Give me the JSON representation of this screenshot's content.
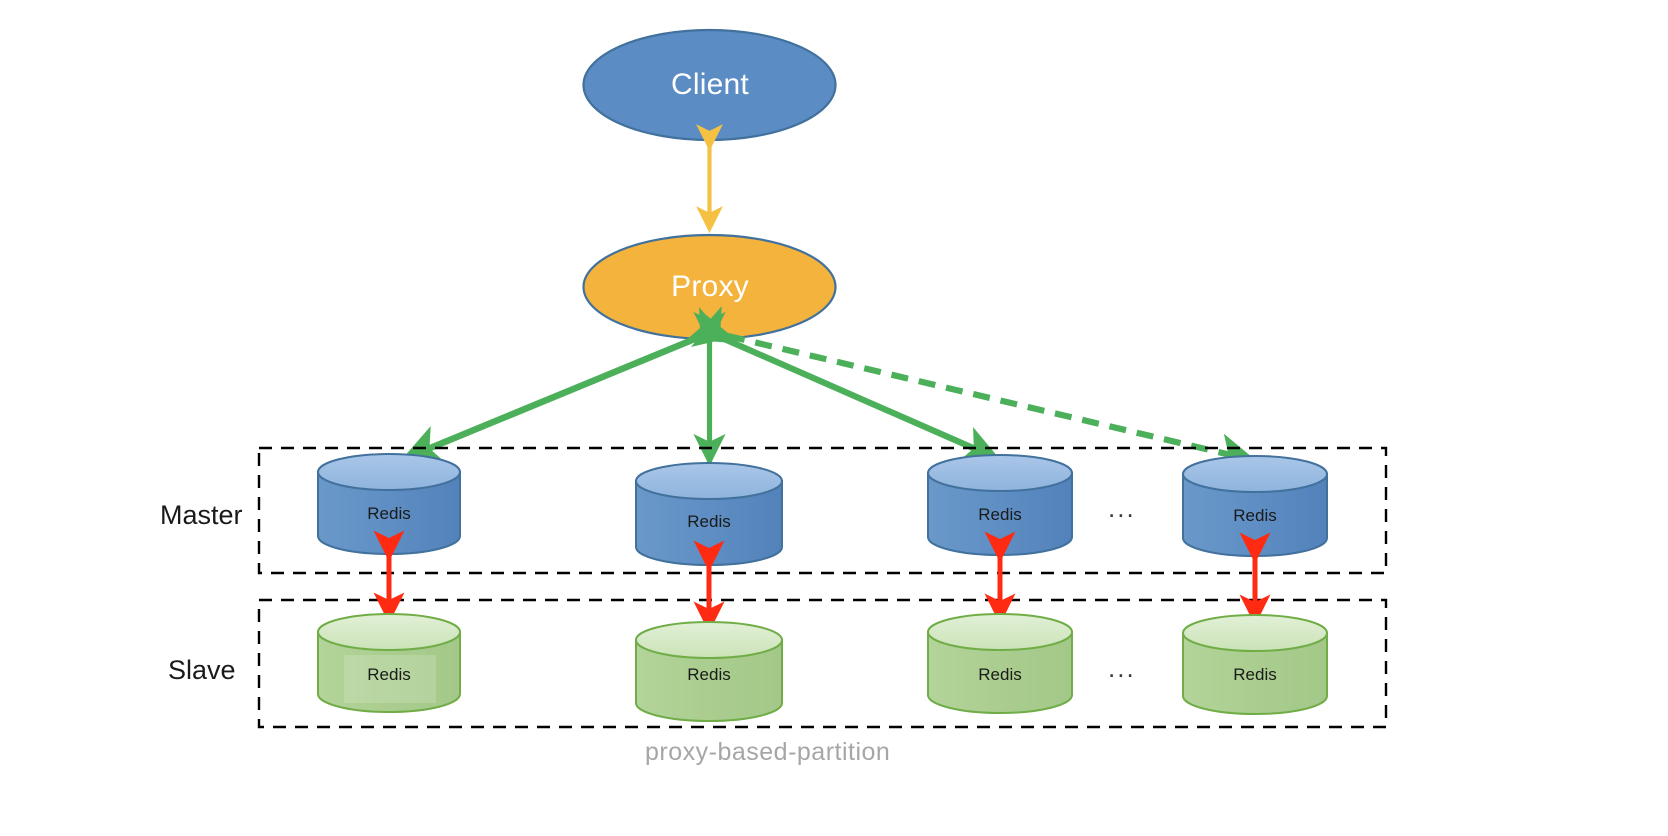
{
  "diagram": {
    "caption": "proxy-based-partition",
    "colors": {
      "client_fill": "#5B8CC4",
      "client_stroke": "#41719C",
      "proxy_fill": "#F3B33D",
      "proxy_stroke": "#41719C",
      "master_fill": "#5B8CC4",
      "master_top_fill": "#9CBCE3",
      "master_stroke": "#41719C",
      "slave_fill": "#A9CE8F",
      "slave_top_fill": "#D6E9C6",
      "slave_stroke": "#70AD47",
      "client_proxy_arrow": "#F5C142",
      "proxy_master_arrow": "#4CAF59",
      "master_slave_arrow": "#FF2A12",
      "group_border": "#000000",
      "caption_text": "#A6A6A6"
    },
    "nodes": {
      "client": {
        "label": "Client"
      },
      "proxy": {
        "label": "Proxy"
      }
    },
    "rows": [
      {
        "name": "master",
        "label": "Master",
        "ellipsis": "...",
        "nodes": [
          {
            "label": "Redis"
          },
          {
            "label": "Redis"
          },
          {
            "label": "Redis"
          },
          {
            "label": "Redis"
          }
        ]
      },
      {
        "name": "slave",
        "label": "Slave",
        "ellipsis": "...",
        "nodes": [
          {
            "label": "Redis"
          },
          {
            "label": "Redis"
          },
          {
            "label": "Redis"
          },
          {
            "label": "Redis"
          }
        ]
      }
    ],
    "connections": {
      "client_to_proxy": {
        "style": "solid",
        "heads": "both"
      },
      "proxy_to_masters": [
        {
          "style": "solid",
          "heads": "both"
        },
        {
          "style": "solid",
          "heads": "both"
        },
        {
          "style": "solid",
          "heads": "both"
        },
        {
          "style": "dashed",
          "heads": "both"
        }
      ],
      "master_to_slaves": [
        {
          "style": "solid",
          "heads": "both"
        },
        {
          "style": "solid",
          "heads": "both"
        },
        {
          "style": "solid",
          "heads": "both"
        },
        {
          "style": "solid",
          "heads": "both"
        }
      ]
    }
  }
}
